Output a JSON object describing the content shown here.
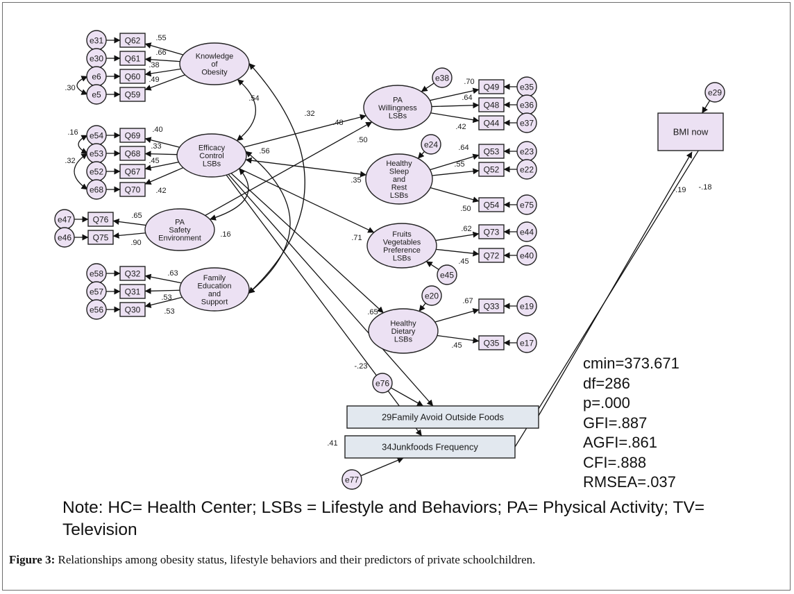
{
  "latents": [
    {
      "id": "knowledge",
      "lines": [
        "Knowledge",
        "of",
        "Obesity"
      ]
    },
    {
      "id": "efficacy",
      "lines": [
        "Efficacy",
        "Control",
        "LSBs"
      ]
    },
    {
      "id": "pasafety",
      "lines": [
        "PA",
        "Safety",
        "Environment"
      ]
    },
    {
      "id": "family",
      "lines": [
        "Family",
        "Education",
        "and",
        "Support"
      ]
    },
    {
      "id": "pawill",
      "lines": [
        "PA",
        "Willingness",
        "LSBs"
      ]
    },
    {
      "id": "sleep",
      "lines": [
        "Healthy",
        "Sleep",
        "and",
        "Rest",
        "LSBs"
      ]
    },
    {
      "id": "fruits",
      "lines": [
        "Fruits",
        "Vegetables",
        "Preference",
        "LSBs"
      ]
    },
    {
      "id": "dietary",
      "lines": [
        "Healthy",
        "Dietary",
        "LSBs"
      ]
    }
  ],
  "observed": [
    {
      "id": "Q62",
      "label": "Q62"
    },
    {
      "id": "Q61",
      "label": "Q61"
    },
    {
      "id": "Q60",
      "label": "Q60"
    },
    {
      "id": "Q59",
      "label": "Q59"
    },
    {
      "id": "Q69",
      "label": "Q69"
    },
    {
      "id": "Q68",
      "label": "Q68"
    },
    {
      "id": "Q67",
      "label": "Q67"
    },
    {
      "id": "Q70",
      "label": "Q70"
    },
    {
      "id": "Q76",
      "label": "Q76"
    },
    {
      "id": "Q75",
      "label": "Q75"
    },
    {
      "id": "Q32",
      "label": "Q32"
    },
    {
      "id": "Q31",
      "label": "Q31"
    },
    {
      "id": "Q30",
      "label": "Q30"
    },
    {
      "id": "Q49",
      "label": "Q49"
    },
    {
      "id": "Q48",
      "label": "Q48"
    },
    {
      "id": "Q44",
      "label": "Q44"
    },
    {
      "id": "Q53",
      "label": "Q53"
    },
    {
      "id": "Q52",
      "label": "Q52"
    },
    {
      "id": "Q54",
      "label": "Q54"
    },
    {
      "id": "Q73",
      "label": "Q73"
    },
    {
      "id": "Q72",
      "label": "Q72"
    },
    {
      "id": "Q33",
      "label": "Q33"
    },
    {
      "id": "Q35",
      "label": "Q35"
    },
    {
      "id": "bmi",
      "label": "BMI now"
    },
    {
      "id": "avoid",
      "label": "29Family Avoid Outside Foods"
    },
    {
      "id": "junk",
      "label": "34Junkfoods Frequency"
    }
  ],
  "errors": [
    "e31",
    "e30",
    "e6",
    "e5",
    "e54",
    "e53",
    "e52",
    "e68",
    "e47",
    "e46",
    "e58",
    "e57",
    "e56",
    "e35",
    "e36",
    "e37",
    "e23",
    "e22",
    "e75",
    "e44",
    "e40",
    "e19",
    "e17",
    "e38",
    "e24",
    "e45",
    "e20",
    "e76",
    "e77",
    "e29"
  ],
  "coefficients": [
    {
      "id": "c_q62",
      "value": ".55"
    },
    {
      "id": "c_q61",
      "value": ".66"
    },
    {
      "id": "c_q60",
      "value": ".38"
    },
    {
      "id": "c_q59",
      "value": ".49"
    },
    {
      "id": "c_e6e5",
      "value": ".30"
    },
    {
      "id": "c_q69",
      "value": ".40"
    },
    {
      "id": "c_q68",
      "value": ".33"
    },
    {
      "id": "c_q67",
      "value": ".45"
    },
    {
      "id": "c_q70",
      "value": ".42"
    },
    {
      "id": "c_e54e53",
      "value": ".16"
    },
    {
      "id": "c_e53e68",
      "value": ".32"
    },
    {
      "id": "c_q76",
      "value": ".65"
    },
    {
      "id": "c_q75",
      "value": ".90"
    },
    {
      "id": "c_q32",
      "value": ".63"
    },
    {
      "id": "c_q31",
      "value": ".53"
    },
    {
      "id": "c_q30",
      "value": ".53"
    },
    {
      "id": "c_ke",
      "value": ".54"
    },
    {
      "id": "c_kf",
      "value": ".32"
    },
    {
      "id": "c_ef",
      "value": ".56"
    },
    {
      "id": "c_ep",
      "value": ".16"
    },
    {
      "id": "c_pw",
      "value": ".48"
    },
    {
      "id": "c_ew",
      "value": ".50"
    },
    {
      "id": "c_q49",
      "value": ".70"
    },
    {
      "id": "c_q48",
      "value": ".64"
    },
    {
      "id": "c_q44",
      "value": ".42"
    },
    {
      "id": "c_es",
      "value": ".35"
    },
    {
      "id": "c_q53",
      "value": ".64"
    },
    {
      "id": "c_q52",
      "value": ".55"
    },
    {
      "id": "c_q54",
      "value": ".50"
    },
    {
      "id": "c_efr",
      "value": ".71"
    },
    {
      "id": "c_q73",
      "value": ".62"
    },
    {
      "id": "c_q72",
      "value": ".45"
    },
    {
      "id": "c_ed",
      "value": ".65"
    },
    {
      "id": "c_q33",
      "value": ".67"
    },
    {
      "id": "c_q35",
      "value": ".45"
    },
    {
      "id": "c_ea",
      "value": "-.23"
    },
    {
      "id": "c_ej",
      "value": ".41"
    },
    {
      "id": "c_ab",
      "value": "-.19"
    },
    {
      "id": "c_jb",
      "value": "-.18"
    }
  ],
  "fit": [
    "cmin=373.671",
    "df=286",
    "p=.000",
    "GFI=.887",
    "AGFI=.861",
    "CFI=.888",
    "RMSEA=.037"
  ],
  "note": "Note: HC= Health Center; LSBs = Lifestyle and Behaviors; PA= Physical Activity; TV= Television",
  "caption": {
    "label": "Figure 3:",
    "text": " Relationships among obesity status, lifestyle behaviors and their predictors of private schoolchildren."
  },
  "colors": {
    "latent_fill": "#ece1f3",
    "box_fill": "#ece1f3",
    "box_fill_alt": "#e2e8ef",
    "stroke": "#222222"
  }
}
